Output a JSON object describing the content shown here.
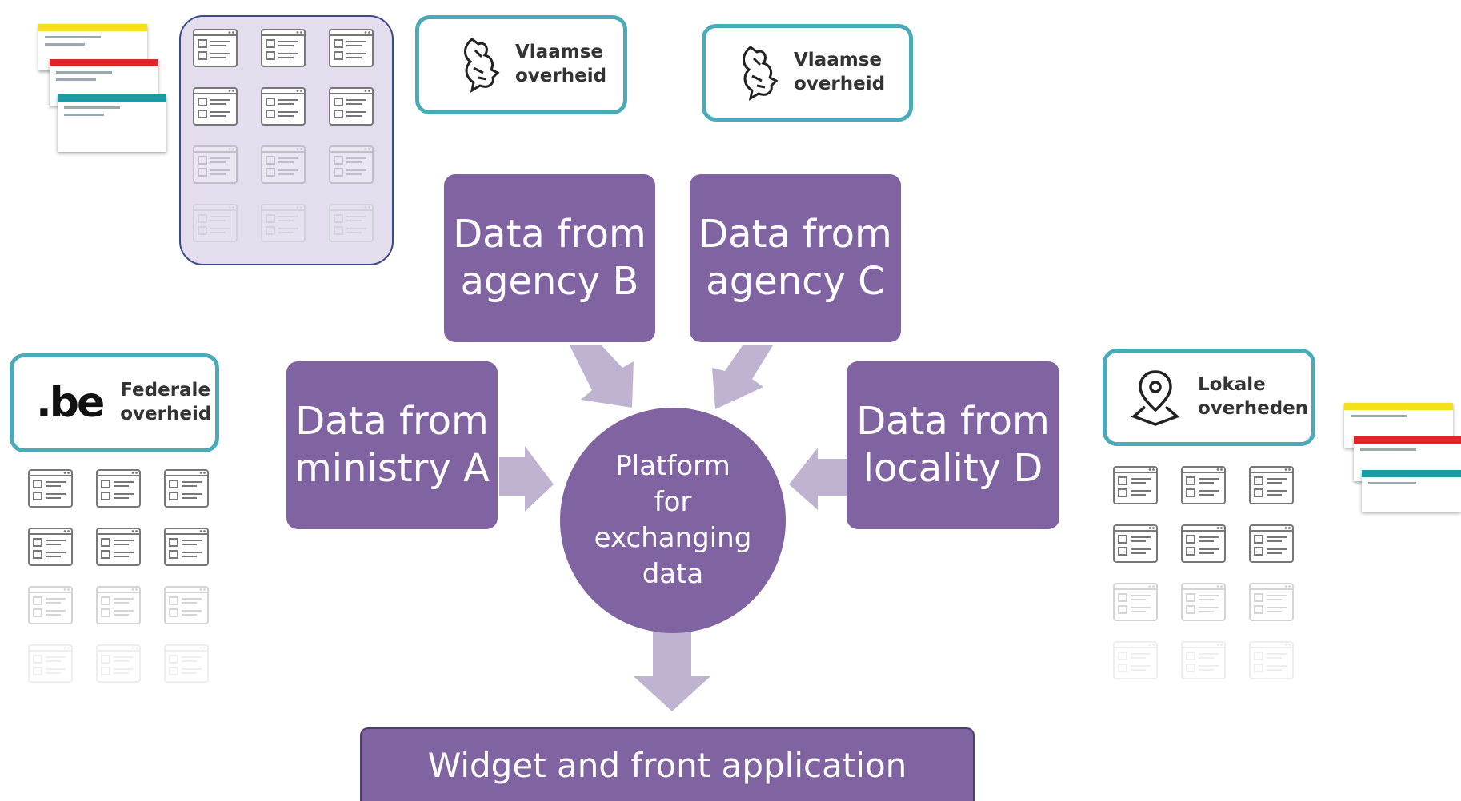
{
  "sources": {
    "agency_b": [
      "Data from",
      "agency B"
    ],
    "agency_c": [
      "Data from",
      "agency C"
    ],
    "ministry_a": [
      "Data from",
      "ministry A"
    ],
    "locality_d": [
      "Data from",
      "locality D"
    ]
  },
  "platform": [
    "Platform",
    "for",
    "exchanging",
    "data"
  ],
  "output": "Widget and front application",
  "logos": {
    "vlaamse_1": [
      "Vlaamse",
      "overheid"
    ],
    "vlaamse_2": [
      "Vlaamse",
      "overheid"
    ],
    "federale": {
      "mark": ".be",
      "lines": [
        "Federale",
        "overheid"
      ]
    },
    "lokale": [
      "Lokale",
      "overheden"
    ]
  },
  "colors": {
    "box": "#8064a2",
    "arrow": "#bfb3d1",
    "logo_border": "#4aabb8"
  }
}
